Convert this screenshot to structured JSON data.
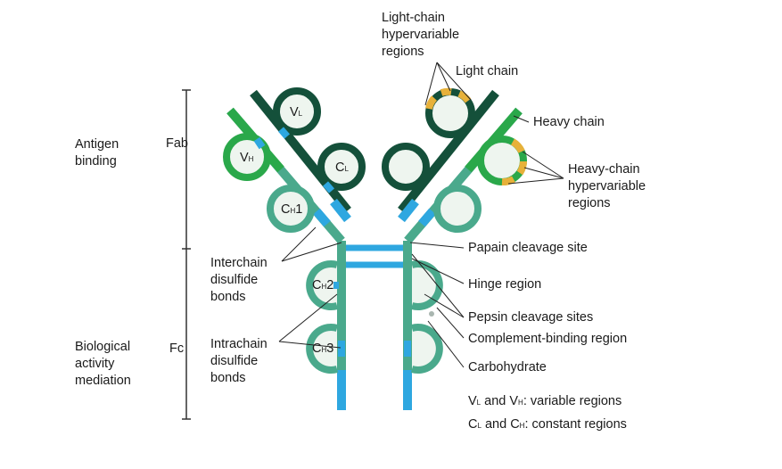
{
  "colors": {
    "light_chain": "#14503a",
    "heavy_chain": "#2aa84a",
    "constant": "#4aa98c",
    "disulfide": "#2ea7e0",
    "hypervariable": "#e7b13a",
    "domain_fill": "#eef5ef",
    "bracket": "#333333",
    "text": "#1a1a1a"
  },
  "left_labels": {
    "antigen_binding": "Antigen\nbinding",
    "biological_activity": "Biological\nactivity\nmediation",
    "fab": "Fab",
    "fc": "Fc",
    "interchain": "Interchain\ndisulfide\nbonds",
    "intrachain": "Intrachain\ndisulfide\nbonds"
  },
  "domains": {
    "vl": {
      "letter": "V",
      "sub": "L"
    },
    "vh": {
      "letter": "V",
      "sub": "H"
    },
    "cl": {
      "letter": "C",
      "sub": "L"
    },
    "ch1": {
      "letter": "C",
      "sub": "H",
      "num": "1"
    },
    "ch2": {
      "letter": "C",
      "sub": "H",
      "num": "2"
    },
    "ch3": {
      "letter": "C",
      "sub": "H",
      "num": "3"
    }
  },
  "right_labels": {
    "lc_hypervariable": "Light-chain\nhypervariable\nregions",
    "light_chain": "Light chain",
    "heavy_chain": "Heavy chain",
    "hc_hypervariable": "Heavy-chain\nhypervariable\nregions",
    "papain": "Papain cleavage site",
    "hinge": "Hinge region",
    "pepsin": "Pepsin cleavage sites",
    "complement": "Complement-binding region",
    "carbohydrate": "Carbohydrate"
  },
  "legend": {
    "variable": {
      "a": "V",
      "a_sub": "L",
      "and": " and ",
      "b": "V",
      "b_sub": "H",
      "text": ": variable regions"
    },
    "constant": {
      "a": "C",
      "a_sub": "L",
      "and": " and ",
      "b": "C",
      "b_sub": "H",
      "text": ": constant regions"
    }
  }
}
